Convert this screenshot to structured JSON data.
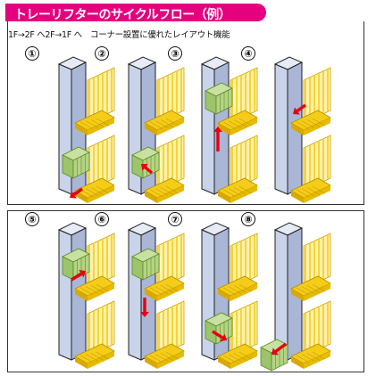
{
  "title": "トレーリフターのサイクルフロー（例）",
  "subtitle": "1F→2F へ2F→1F へ　コーナー設置に優れたレイアウト機能",
  "colors": {
    "title_bg": "#e5007e",
    "shaft": "#c9d3ea",
    "stair": "#f5cc18",
    "tray": "#9cc46a",
    "arrow": "#e60012"
  },
  "steps": [
    {
      "label": "①",
      "tray": "lower",
      "arrow": "lower-in"
    },
    {
      "label": "②",
      "tray": "lower",
      "arrow": "lower-up"
    },
    {
      "label": "③",
      "tray": "upper",
      "arrow": "rise"
    },
    {
      "label": "④",
      "tray": "none",
      "arrow": "upper-out"
    },
    {
      "label": "⑤",
      "tray": "upper",
      "arrow": "upper-in"
    },
    {
      "label": "⑥",
      "tray": "upper",
      "arrow": "descend"
    },
    {
      "label": "⑦",
      "tray": "lower",
      "arrow": "lower-out"
    },
    {
      "label": "⑧",
      "tray": "out",
      "arrow": "exit"
    }
  ]
}
